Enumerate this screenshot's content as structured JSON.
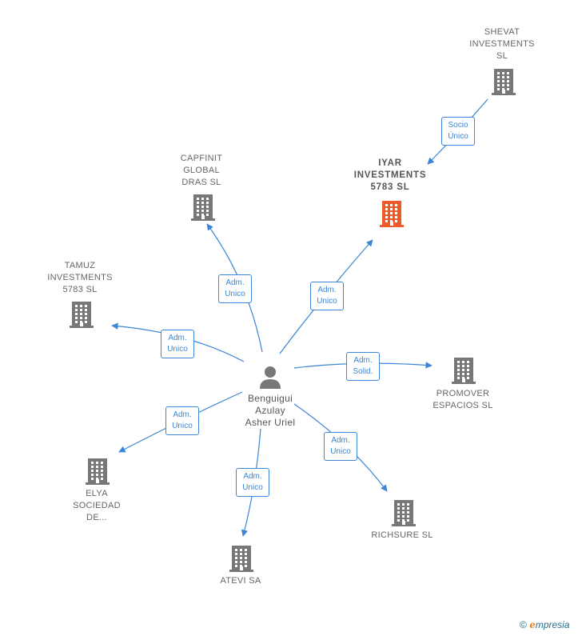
{
  "center": {
    "name_lines": [
      "Benguigui",
      "Azulay",
      "Asher Uriel"
    ],
    "icon": "person-icon"
  },
  "companies": [
    {
      "id": "shevat",
      "lines": [
        "SHEVAT",
        "INVESTMENTS",
        "SL"
      ],
      "focus": false
    },
    {
      "id": "iyar",
      "lines": [
        "IYAR",
        "INVESTMENTS",
        "5783  SL"
      ],
      "focus": true
    },
    {
      "id": "capfinit",
      "lines": [
        "CAPFINIT",
        "GLOBAL",
        "DRAS SL"
      ],
      "focus": false
    },
    {
      "id": "tamuz",
      "lines": [
        "TAMUZ",
        "INVESTMENTS",
        "5783  SL"
      ],
      "focus": false
    },
    {
      "id": "promover",
      "lines": [
        "PROMOVER",
        "ESPACIOS  SL"
      ],
      "focus": false
    },
    {
      "id": "elya",
      "lines": [
        "ELYA",
        "SOCIEDAD",
        "DE..."
      ],
      "focus": false
    },
    {
      "id": "atevi",
      "lines": [
        "ATEVI SA"
      ],
      "focus": false
    },
    {
      "id": "richsure",
      "lines": [
        "RICHSURE  SL"
      ],
      "focus": false
    }
  ],
  "relations": [
    {
      "id": "r-shevat",
      "lines": [
        "Socio",
        "Único"
      ]
    },
    {
      "id": "r-iyar",
      "lines": [
        "Adm.",
        "Unico"
      ]
    },
    {
      "id": "r-capfinit",
      "lines": [
        "Adm.",
        "Unico"
      ]
    },
    {
      "id": "r-tamuz",
      "lines": [
        "Adm.",
        "Unico"
      ]
    },
    {
      "id": "r-promover",
      "lines": [
        "Adm.",
        "Solid."
      ]
    },
    {
      "id": "r-elya",
      "lines": [
        "Adm.",
        "Unico"
      ]
    },
    {
      "id": "r-atevi",
      "lines": [
        "Adm.",
        "Unico"
      ]
    },
    {
      "id": "r-richsure",
      "lines": [
        "Adm.",
        "Unico"
      ]
    }
  ],
  "colors": {
    "edge": "#3b86d6",
    "building": "#777777",
    "building_focus": "#f05a28",
    "person": "#777777"
  },
  "footer": {
    "copyright": "©",
    "brand_first": "e",
    "brand_rest": "mpresia"
  }
}
